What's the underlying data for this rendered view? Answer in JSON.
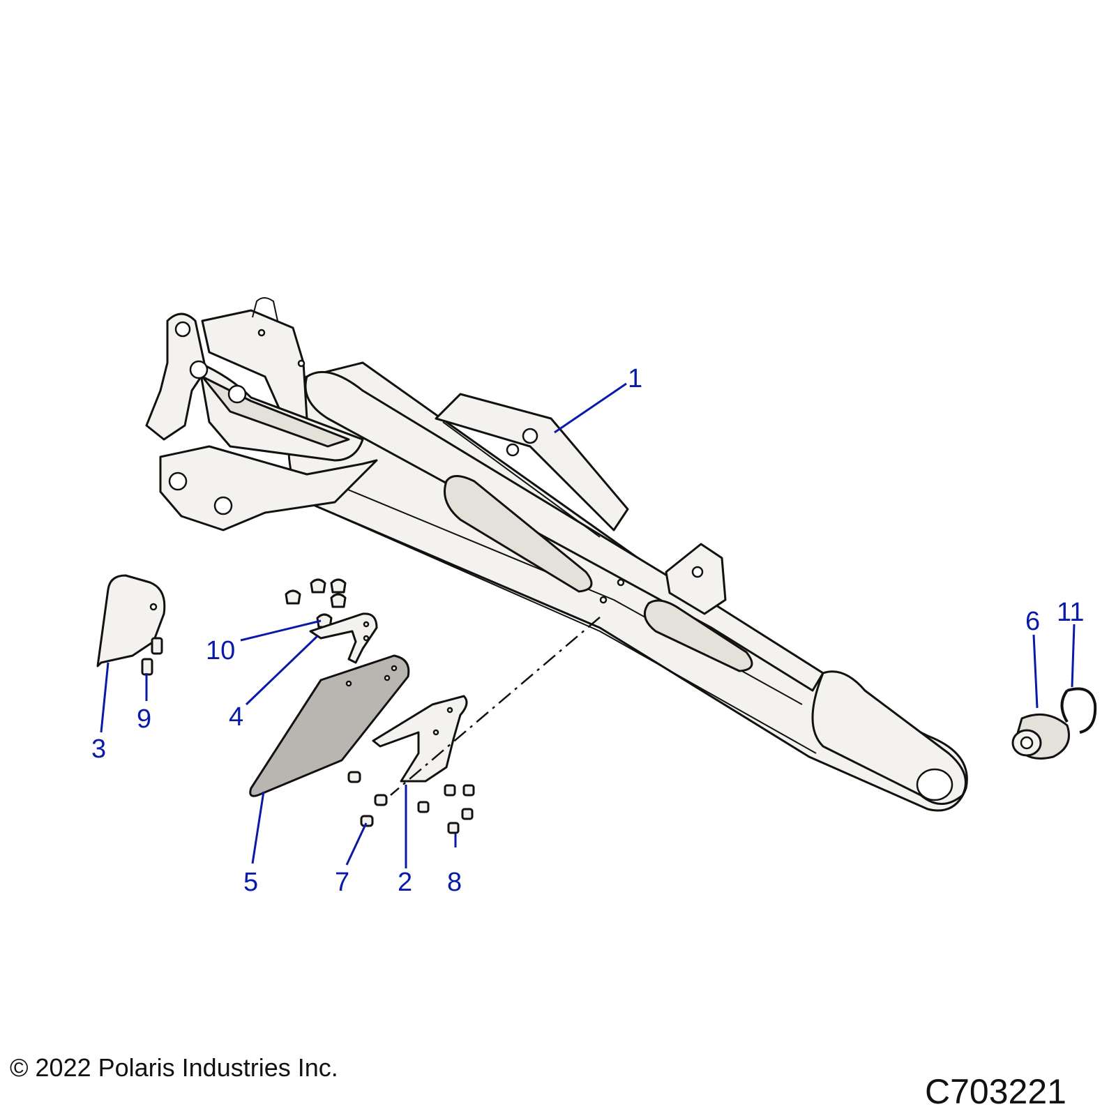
{
  "callouts": {
    "c1": "1",
    "c2": "2",
    "c3": "3",
    "c4": "4",
    "c5": "5",
    "c6": "6",
    "c7": "7",
    "c8": "8",
    "c9": "9",
    "c10": "10",
    "c11": "11"
  },
  "footer": {
    "copyright": "© 2022 Polaris Industries Inc.",
    "drawing_number": "C703221"
  },
  "colors": {
    "callout": "#0a1aa8",
    "part_fill": "#f4f2ee",
    "plate_fill": "#b9b6b1"
  }
}
